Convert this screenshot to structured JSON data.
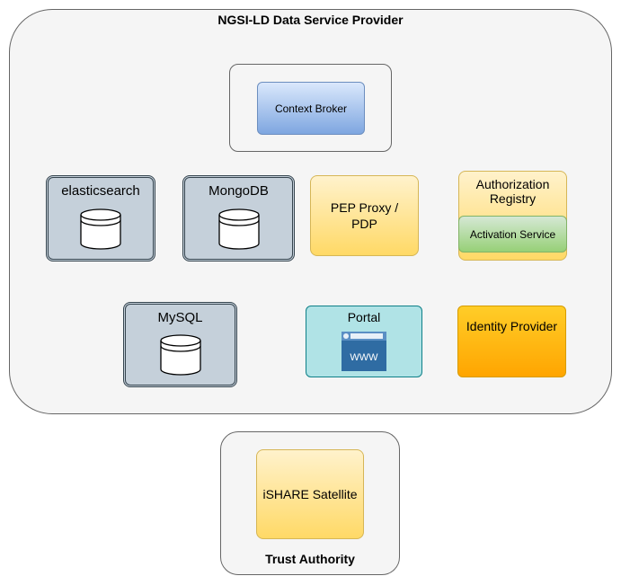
{
  "provider": {
    "title": "NGSI-LD Data Service Provider"
  },
  "context_broker": {
    "label": "Context Broker"
  },
  "elasticsearch": {
    "label": "elasticsearch"
  },
  "mongodb": {
    "label": "MongoDB"
  },
  "mysql": {
    "label": "MySQL"
  },
  "pep_proxy": {
    "line1": "PEP Proxy /",
    "line2": "PDP"
  },
  "authorization_registry": {
    "line1": "Authorization",
    "line2": "Registry",
    "activation": "Activation Service"
  },
  "portal": {
    "label": "Portal",
    "icon_text": "WWW"
  },
  "identity_provider": {
    "label": "Identity Provider"
  },
  "trust_authority": {
    "title": "Trust Authority",
    "satellite": "iSHARE Satellite"
  },
  "colors": {
    "container": "#f5f5f5",
    "database": "#c5d0da",
    "yellow": "#ffd966",
    "blue": "#7ea6e0",
    "green": "#97d077",
    "portal": "#b0e3e6",
    "orange": "#ffa500"
  }
}
